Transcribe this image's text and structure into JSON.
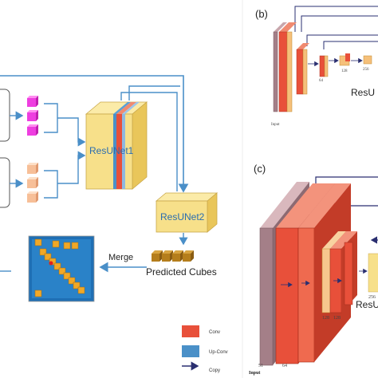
{
  "panels": {
    "a": {
      "resunet1_label": "ResUNet1",
      "resunet2_label": "ResUNet2",
      "merge_label": "Merge",
      "predicted_label": "Predicted Cubes"
    },
    "b": {
      "tag": "(b)",
      "title": "ResU",
      "input_label": "Input",
      "size_labels": [
        "64",
        "128",
        "256"
      ]
    },
    "c": {
      "tag": "(c)",
      "title": "ResU",
      "input_label": "Input",
      "size_labels": [
        "51",
        "64",
        "128",
        "128",
        "256"
      ]
    }
  },
  "legend": {
    "items": [
      {
        "label": "Conv",
        "color": "#e8503a"
      },
      {
        "label": "Up-Conv",
        "color": "#4a90c8"
      },
      {
        "label": "Copy",
        "color": "#2a2f70"
      }
    ]
  },
  "colors": {
    "flow_arrow": "#4a8fc8",
    "cube_yellow": "#f7e08a",
    "conv_red": "#e8503a",
    "map_blue": "#1f6fb4",
    "copy_navy": "#2a2f70"
  }
}
